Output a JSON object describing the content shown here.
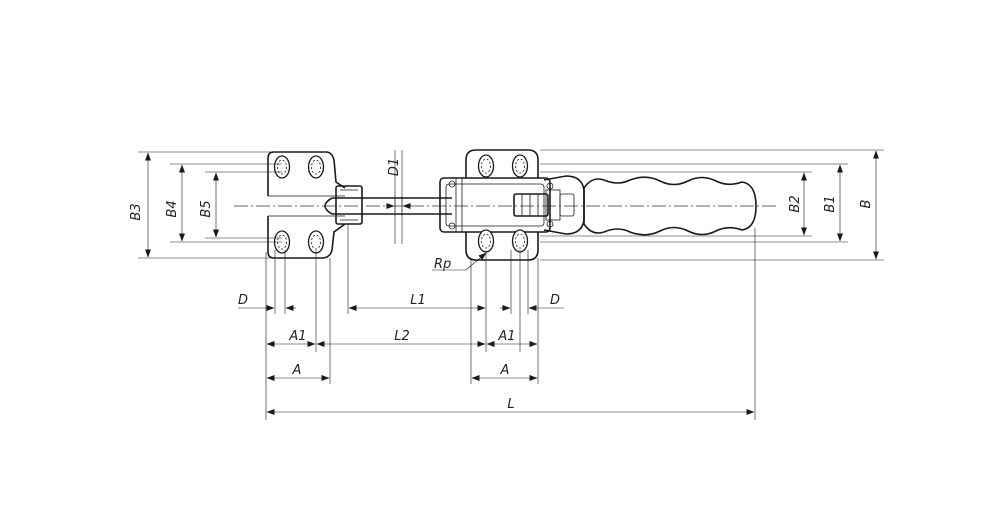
{
  "labels": {
    "B3": "B3",
    "B4": "B4",
    "B5": "B5",
    "D1": "D1",
    "B2": "B2",
    "B1": "B1",
    "B": "B",
    "Rp": "Rp",
    "D_left": "D",
    "D_right": "D",
    "L1": "L1",
    "A1_left": "A1",
    "A1_right": "A1",
    "L2": "L2",
    "A_left": "A",
    "A_right": "A",
    "L": "L"
  },
  "colors": {
    "ink": "#1a1a1a",
    "background": "#ffffff"
  }
}
